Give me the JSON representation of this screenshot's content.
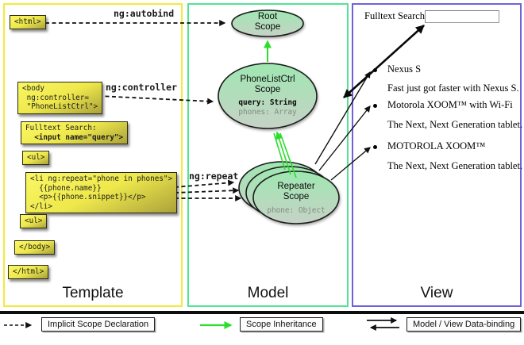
{
  "template_column": {
    "label": "Template",
    "boxes": {
      "html_open": "<html>",
      "body_open": [
        "<body",
        " ng:controller=",
        " \"PhoneListCtrl\">"
      ],
      "fulltext": [
        "Fulltext Search:",
        "  <input name=\"query\">"
      ],
      "ul_open": "<ul>",
      "li_repeat": [
        "<li ng:repeat=\"phone in phones\">",
        "  {{phone.name}}",
        "  <p>{{phone.snippet}}</p>",
        "</li>"
      ],
      "ul_close": "<ul>",
      "body_close": "</body>",
      "html_close": "</html>"
    },
    "arrow_labels": {
      "autobind": "ng:autobind",
      "controller": "ng:controller",
      "repeat": "ng:repeat"
    }
  },
  "model_column": {
    "label": "Model",
    "root_scope": {
      "line1": "Root",
      "line2": "Scope"
    },
    "phonelist_scope": {
      "line1": "PhoneListCtrl",
      "line2": "Scope",
      "prop1": "query: String",
      "prop2": "phones: Array"
    },
    "repeater_scope": {
      "line1": "Repeater",
      "line2": "Scope",
      "prop1": "phone: Object"
    }
  },
  "view_column": {
    "label": "View",
    "search_label": "Fulltext Search:",
    "search_value": "",
    "items": [
      {
        "title": "Nexus S",
        "desc": "Fast just got faster with Nexus S."
      },
      {
        "title": "Motorola XOOM™  with Wi-Fi",
        "desc": "The Next, Next Generation tablet."
      },
      {
        "title": "MOTOROLA XOOM™",
        "desc": "The Next, Next Generation tablet."
      }
    ]
  },
  "legend": {
    "implicit": "Implicit Scope Declaration",
    "inheritance": "Scope Inheritance",
    "binding": "Model / View Data-binding"
  },
  "colors": {
    "template_border": "#f2ea3a",
    "model_border": "#52e393",
    "view_border": "#6f62d9",
    "green_arrow": "#2ddd2d"
  }
}
